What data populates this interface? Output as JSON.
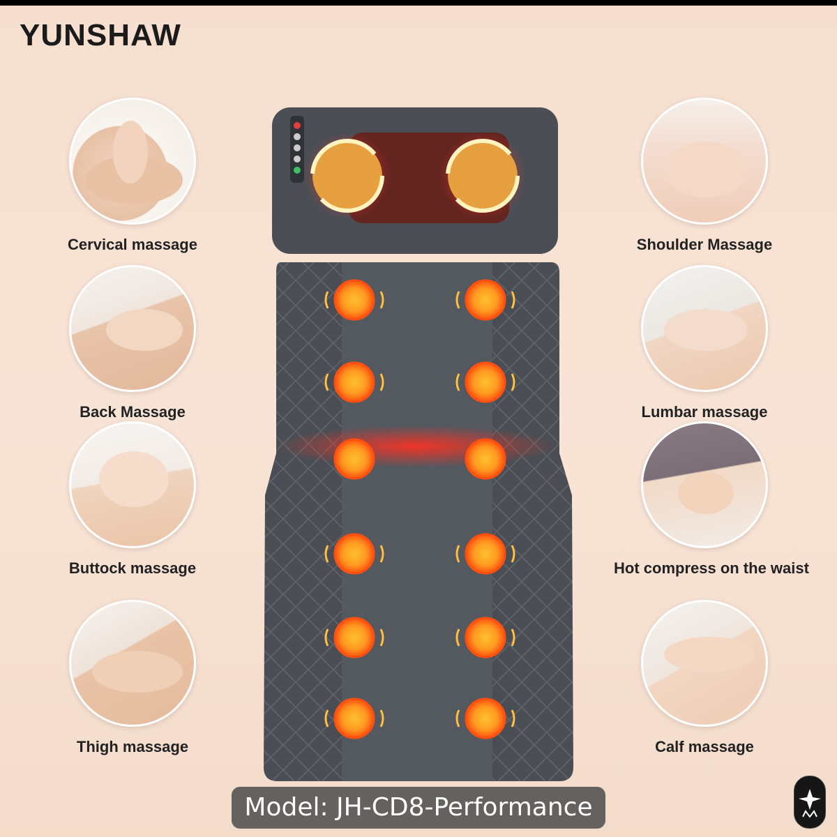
{
  "brand": "YUNSHAW",
  "features_left": [
    {
      "label": "Cervical massage"
    },
    {
      "label": "Back Massage"
    },
    {
      "label": "Buttock massage"
    },
    {
      "label": "Thigh massage"
    }
  ],
  "features_right": [
    {
      "label": "Shoulder Massage"
    },
    {
      "label": "Lumbar massage"
    },
    {
      "label": "Hot compress on the waist"
    },
    {
      "label": "Calf massage"
    }
  ],
  "model_label": "Model: JH-CD8-Performance",
  "colors": {
    "mat": "#4b4f55",
    "heat": "#ff2a1a",
    "node": "#ffb020"
  }
}
